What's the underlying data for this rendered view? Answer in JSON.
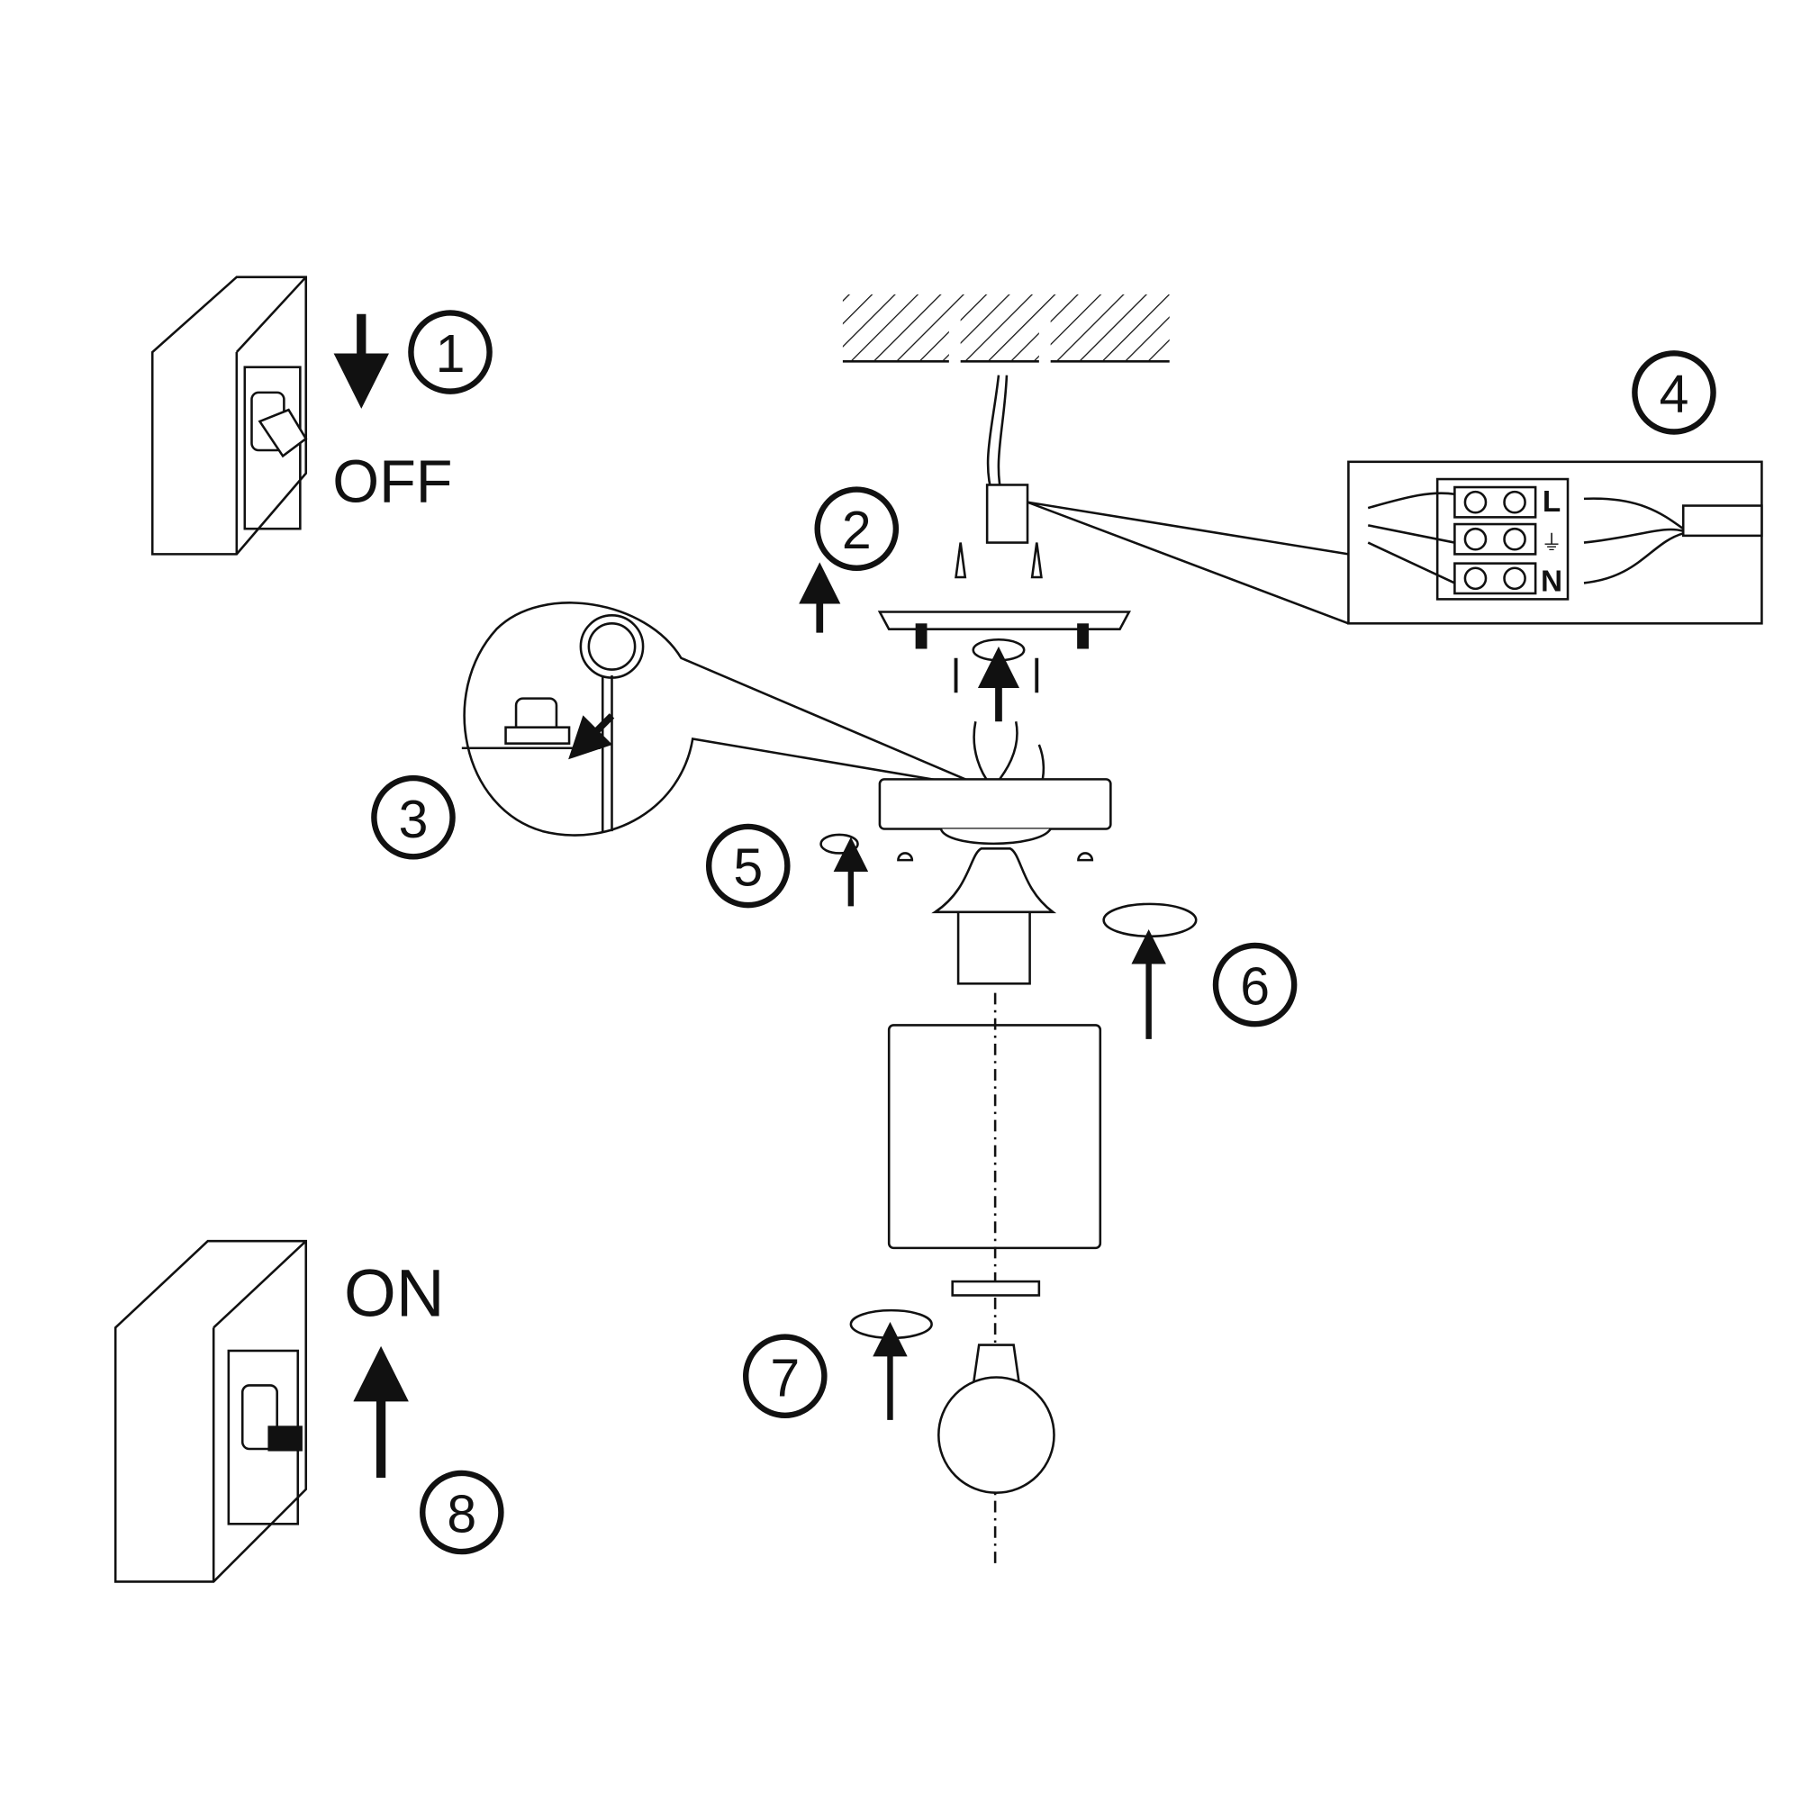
{
  "steps": [
    {
      "number": "1",
      "label": "OFF"
    },
    {
      "number": "2"
    },
    {
      "number": "3"
    },
    {
      "number": "4"
    },
    {
      "number": "5"
    },
    {
      "number": "6"
    },
    {
      "number": "7"
    },
    {
      "number": "8",
      "label": "ON"
    }
  ],
  "terminal_block": {
    "live": "L",
    "neutral": "N",
    "earth_symbol": "⏚"
  }
}
